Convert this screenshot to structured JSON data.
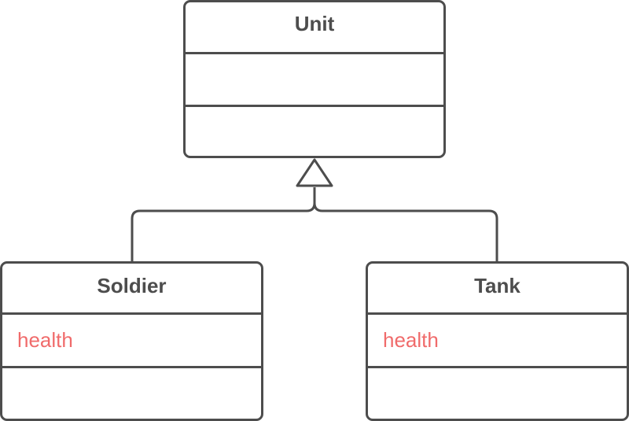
{
  "diagram": {
    "classes": [
      {
        "id": "unit",
        "name": "Unit",
        "attributes": [],
        "operations": []
      },
      {
        "id": "soldier",
        "name": "Soldier",
        "attributes": [
          {
            "label": "health"
          }
        ],
        "operations": []
      },
      {
        "id": "tank",
        "name": "Tank",
        "attributes": [
          {
            "label": "health"
          }
        ],
        "operations": []
      }
    ],
    "relationships": [
      {
        "type": "generalization",
        "from": "Soldier",
        "to": "Unit"
      },
      {
        "type": "generalization",
        "from": "Tank",
        "to": "Unit"
      }
    ]
  },
  "colors": {
    "stroke": "#4d4d4d",
    "class_name_text": "#4d4d4d",
    "attribute_text": "#f06b6b",
    "background": "#ffffff"
  }
}
